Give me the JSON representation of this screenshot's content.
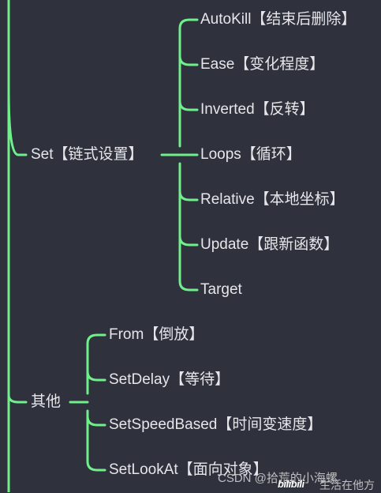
{
  "colors": {
    "background": "#2f313d",
    "connector": "#6ff08a",
    "text": "#e6e6ea"
  },
  "set_group": {
    "label": "Set【链式设置】",
    "children": [
      "AutoKill【结束后删除】",
      "Ease【变化程度】",
      "Inverted【反转】",
      "Loops【循环】",
      "Relative【本地坐标】",
      "Update【跟新函数】",
      "Target"
    ]
  },
  "other_group": {
    "label": "其他",
    "children": [
      "From【倒放】",
      "SetDelay【等待】",
      "SetSpeedBased【时间变速度】",
      "SetLookAt【面向对象】"
    ]
  },
  "watermark": {
    "csdn": "CSDN @拾荒的小海螺",
    "bilibili_logo": "bilibili",
    "bilibili_text": "生活在他方"
  }
}
